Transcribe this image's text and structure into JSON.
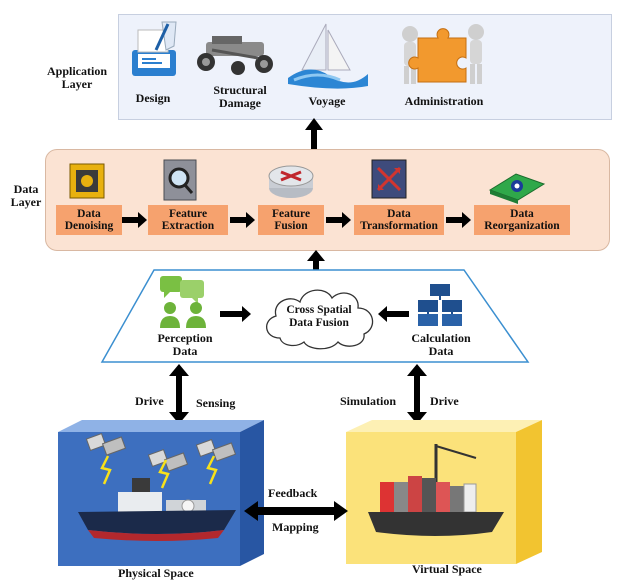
{
  "layers": {
    "application": {
      "label_line1": "Application",
      "label_line2": "Layer",
      "items": [
        {
          "line1": "Design",
          "line2": ""
        },
        {
          "line1": "Structural",
          "line2": "Damage"
        },
        {
          "line1": "Voyage",
          "line2": ""
        },
        {
          "line1": "Administration",
          "line2": ""
        }
      ]
    },
    "data": {
      "label_line1": "Data",
      "label_line2": "Layer",
      "steps": [
        {
          "line1": "Data",
          "line2": "Denoising"
        },
        {
          "line1": "Feature",
          "line2": "Extraction"
        },
        {
          "line1": "Feature",
          "line2": "Fusion"
        },
        {
          "line1": "Data",
          "line2": "Transformation"
        },
        {
          "line1": "Data",
          "line2": "Reorganization"
        }
      ]
    }
  },
  "fusion": {
    "perception_line1": "Perception",
    "perception_line2": "Data",
    "cloud_line1": "Cross Spatial",
    "cloud_line2": "Data Fusion",
    "calculation_line1": "Calculation",
    "calculation_line2": "Data"
  },
  "connections": {
    "left_drive": "Drive",
    "sensing": "Sensing",
    "simulation": "Simulation",
    "right_drive": "Drive",
    "feedback": "Feedback",
    "mapping": "Mapping"
  },
  "spaces": {
    "physical": "Physical Space",
    "virtual": "Virtual Space"
  },
  "colors": {
    "app_bg": "#eef2fb",
    "data_bg": "#fbe3d3",
    "step_bg": "#f6a26e",
    "physical_front": "#3d6fbf",
    "virtual_front": "#fbe27a",
    "outline_blue": "#3b8fd0"
  }
}
